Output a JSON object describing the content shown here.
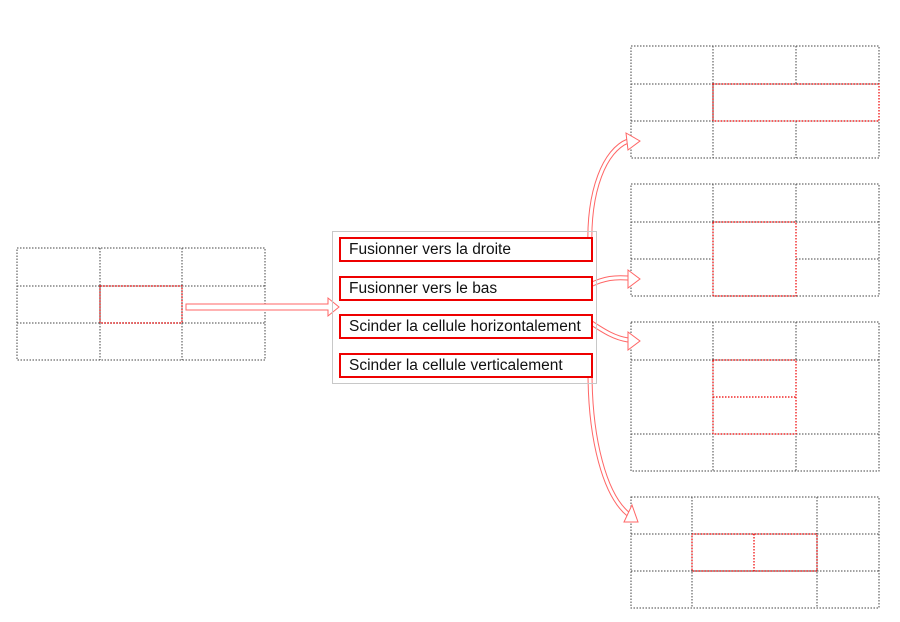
{
  "menu": {
    "items": [
      {
        "label": "Fusionner vers la droite"
      },
      {
        "label": "Fusionner vers le bas"
      },
      {
        "label": "Scinder la cellule horizontalement"
      },
      {
        "label": "Scinder la cellule verticalement"
      }
    ]
  },
  "colors": {
    "accent": "#ee0000",
    "grid": "#444444",
    "menu_border": "#c8c8c8"
  }
}
